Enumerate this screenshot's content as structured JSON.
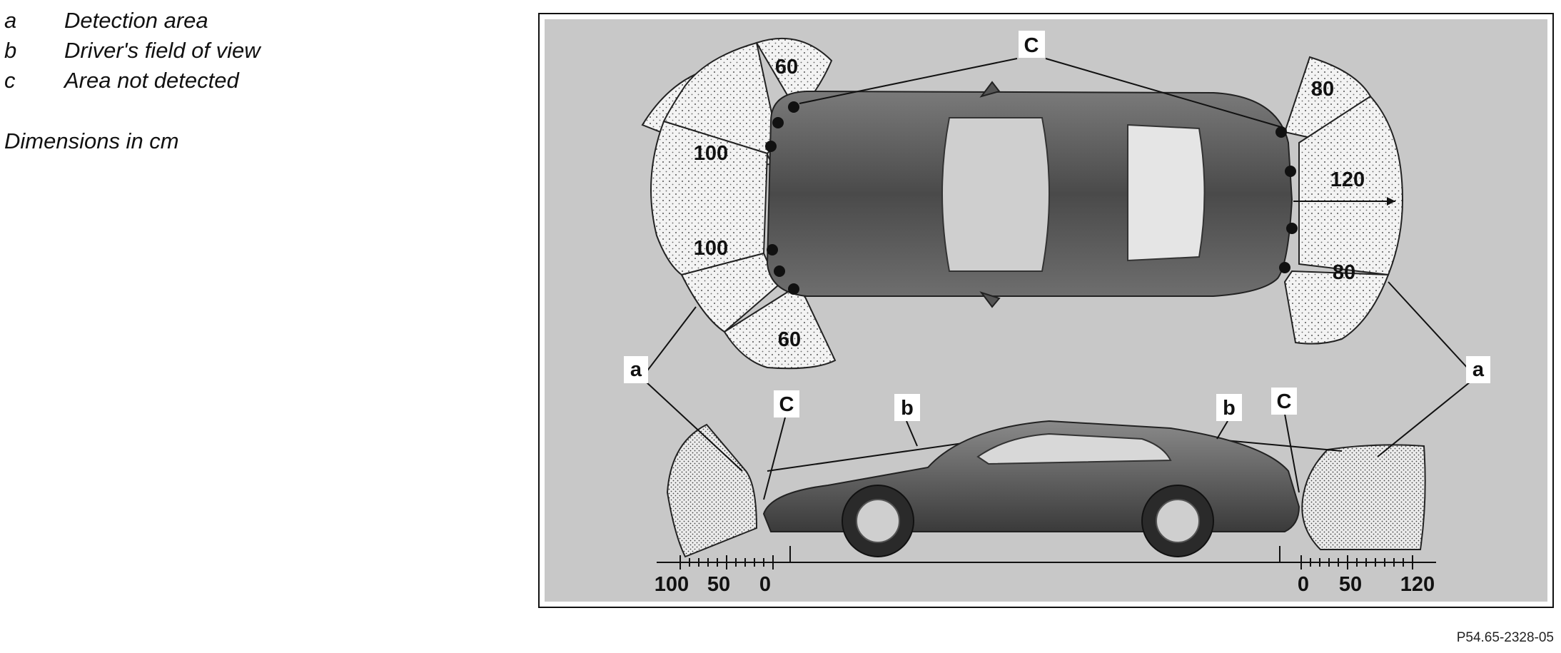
{
  "legend": [
    {
      "key": "a",
      "text": "Detection area"
    },
    {
      "key": "b",
      "text": "Driver's field of view"
    },
    {
      "key": "c",
      "text": "Area not detected"
    }
  ],
  "dimensions_note": "Dimensions in cm",
  "figure_id": "P54.65-2328-05",
  "colors": {
    "panel_background": "#c8c8c8",
    "panel_border": "#111111",
    "detection_zone_fill": "#f2f2f2",
    "car_body": "#5a5a5a",
    "callout_box": "#ffffff"
  },
  "top_view": {
    "callout_c": "C",
    "front_zone_labels": [
      "60",
      "100",
      "100",
      "60"
    ],
    "rear_zone_labels": [
      "80",
      "120",
      "80"
    ]
  },
  "side_view": {
    "callout_a_left": "a",
    "callout_a_right": "a",
    "callout_c_front": "C",
    "callout_c_rear": "C",
    "callout_b_front": "b",
    "callout_b_rear": "b",
    "front_scale": [
      "100",
      "50",
      "0"
    ],
    "rear_scale": [
      "0",
      "50",
      "120"
    ]
  }
}
